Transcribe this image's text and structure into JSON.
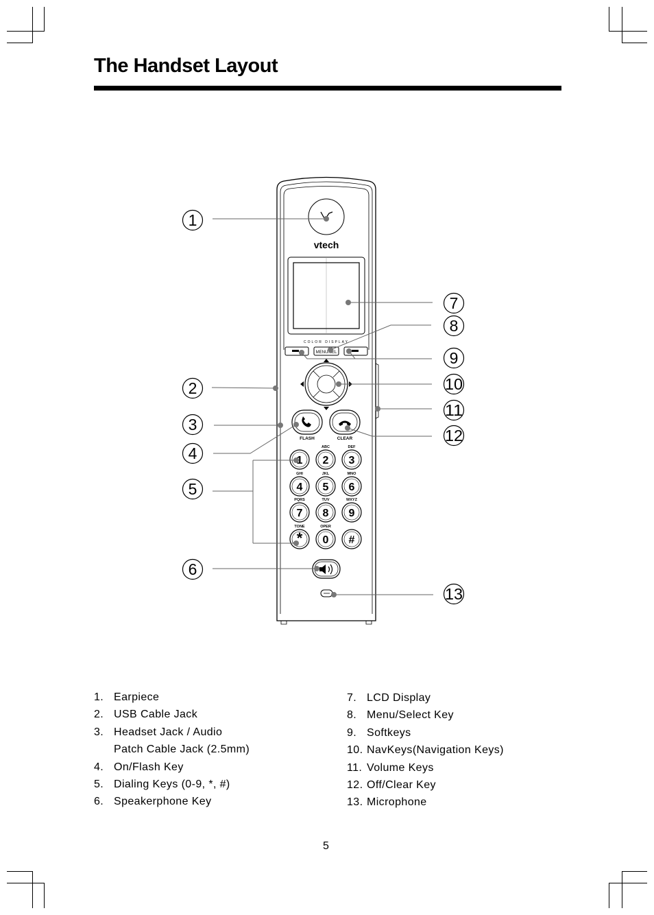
{
  "page": {
    "title": "The Handset Layout",
    "page_number": "5"
  },
  "handset": {
    "brand": "vtech",
    "color_display_label": "COLOR DISPLAY",
    "menu_label": "MENU/SEL",
    "flash_label": "FLASH",
    "clear_label": "CLEAR",
    "keys": [
      {
        "digit": "1",
        "letters": ""
      },
      {
        "digit": "2",
        "letters": "ABC"
      },
      {
        "digit": "3",
        "letters": "DEF"
      },
      {
        "digit": "4",
        "letters": "GHI"
      },
      {
        "digit": "5",
        "letters": "JKL"
      },
      {
        "digit": "6",
        "letters": "MNO"
      },
      {
        "digit": "7",
        "letters": "PQRS"
      },
      {
        "digit": "8",
        "letters": "TUV"
      },
      {
        "digit": "9",
        "letters": "WXYZ"
      },
      {
        "digit": "*",
        "letters": "TONE"
      },
      {
        "digit": "0",
        "letters": "OPER"
      },
      {
        "digit": "#",
        "letters": ""
      }
    ]
  },
  "callouts": [
    "1",
    "2",
    "3",
    "4",
    "5",
    "6",
    "7",
    "8",
    "9",
    "10",
    "11",
    "12",
    "13"
  ],
  "legend": {
    "left": [
      {
        "num": "1.",
        "text": "Earpiece"
      },
      {
        "num": "2.",
        "text": "USB  Cable  Jack"
      },
      {
        "num": "3.",
        "text": "Headset  Jack  /  Audio",
        "text2": "Patch  Cable  Jack  (2.5mm)"
      },
      {
        "num": "4.",
        "text": "On/Flash   Key"
      },
      {
        "num": "5.",
        "text": "Dialing  Keys  (0-9,  *,  #)"
      },
      {
        "num": "6.",
        "text": "Speakerphone   Key"
      }
    ],
    "right": [
      {
        "num": "7.",
        "text": "LCD  Display"
      },
      {
        "num": "8.",
        "text": "Menu/Select  Key"
      },
      {
        "num": "9.",
        "text": "Softkeys"
      },
      {
        "num": "10.",
        "text": "NavKeys(Navigation   Keys)"
      },
      {
        "num": "11.",
        "text": "Volume  Keys"
      },
      {
        "num": "12.",
        "text": "Off/Clear  Key"
      },
      {
        "num": "13.",
        "text": "Microphone"
      }
    ]
  }
}
